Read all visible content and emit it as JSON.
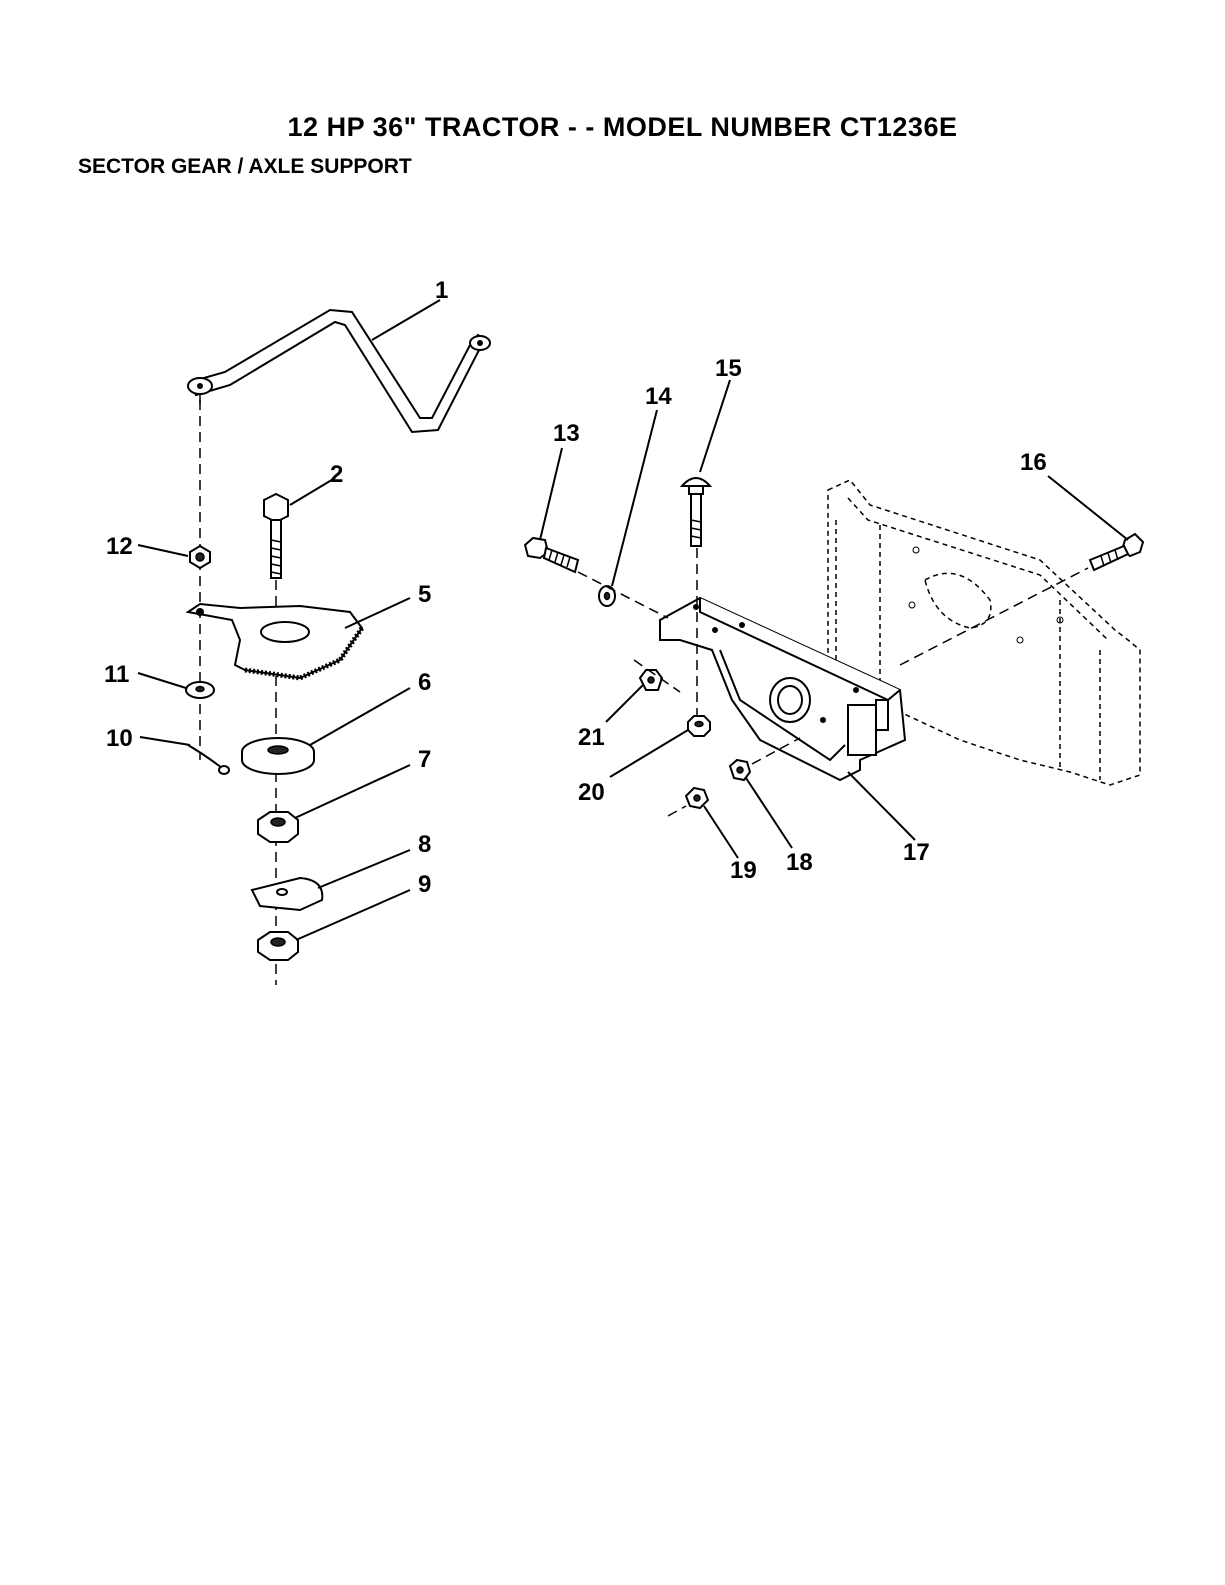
{
  "header": {
    "title": "12 HP 36\" TRACTOR - - MODEL NUMBER CT1236E",
    "section": "SECTOR GEAR / AXLE SUPPORT"
  },
  "callouts": {
    "c1": "1",
    "c2": "2",
    "c5": "5",
    "c6": "6",
    "c7": "7",
    "c8": "8",
    "c9": "9",
    "c10": "10",
    "c11": "11",
    "c12": "12",
    "c13": "13",
    "c14": "14",
    "c15": "15",
    "c16": "16",
    "c17": "17",
    "c18": "18",
    "c19": "19",
    "c20": "20",
    "c21": "21"
  }
}
